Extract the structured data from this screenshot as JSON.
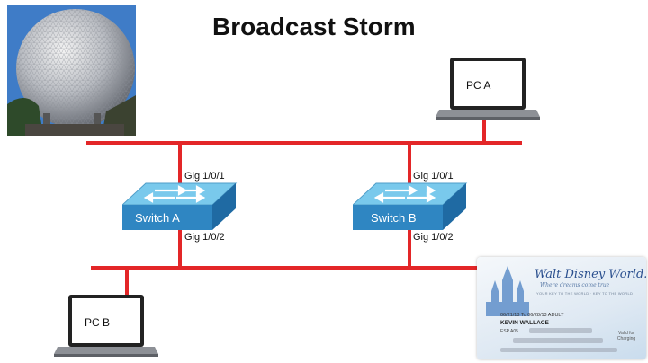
{
  "title": "Broadcast Storm",
  "pcs": [
    {
      "label": "PC A"
    },
    {
      "label": "PC B"
    }
  ],
  "switches": [
    {
      "label": "Switch A",
      "upper_port": "Gig 1/0/1",
      "lower_port": "Gig 1/0/2"
    },
    {
      "label": "Switch B",
      "upper_port": "Gig 1/0/1",
      "lower_port": "Gig 1/0/2"
    }
  ],
  "ticket": {
    "brand": "Walt Disney World.",
    "tagline": "Where dreams come true",
    "small_line": "YOUR KEY TO THE WORLD · KEY TO THE WORLD",
    "dates": "06/21/13 To 06/28/13 ADULT",
    "name": "KEVIN WALLACE",
    "code": "ESP A05",
    "valid": "Valid for Charging"
  },
  "colors": {
    "link": "#e32628",
    "switch_top": "#6ec3e8",
    "switch_front": "#2f86c2"
  }
}
